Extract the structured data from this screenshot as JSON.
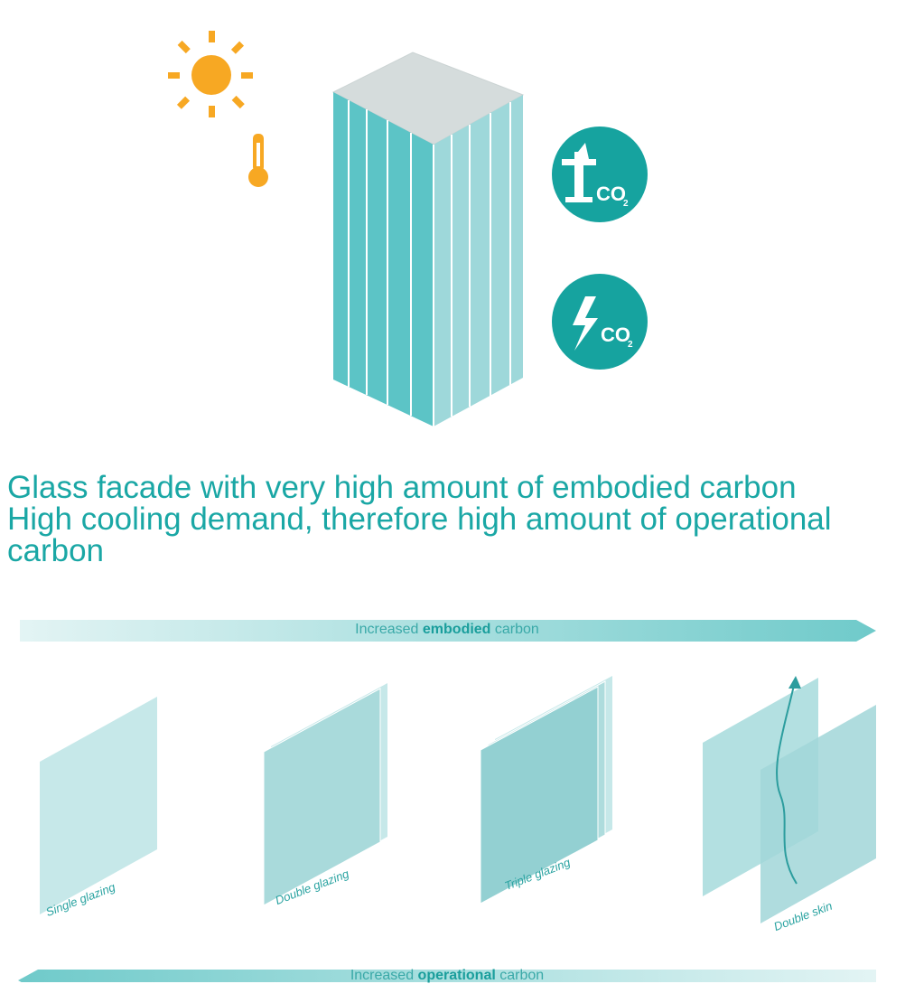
{
  "headline": {
    "line1": "Glass facade with very high amount of embodied carbon",
    "line2": "High cooling demand, therefore high amount of operational",
    "line3": "carbon"
  },
  "embodied_arrow": {
    "prefix": "Increased ",
    "bold": "embodied",
    "suffix": " carbon"
  },
  "operational_arrow": {
    "prefix": "Increased ",
    "bold": "operational",
    "suffix": " carbon"
  },
  "glazing_types": [
    {
      "label": "Single glazing"
    },
    {
      "label": "Double glazing"
    },
    {
      "label": "Triple glazing"
    },
    {
      "label": "Double skin"
    }
  ],
  "icons": {
    "sun": "sun-icon",
    "thermometer": "thermometer-icon",
    "crane": "crane-co2-icon",
    "lightning": "lightning-co2-icon",
    "co2_sub": "CO"
  },
  "colors": {
    "teal": "#1aa7a5",
    "building_dark": "#5cc4c6",
    "building_light": "#9ed8da",
    "roof": "#d5dcdc",
    "sun": "#f7a823",
    "glass": "#a9dadb"
  }
}
